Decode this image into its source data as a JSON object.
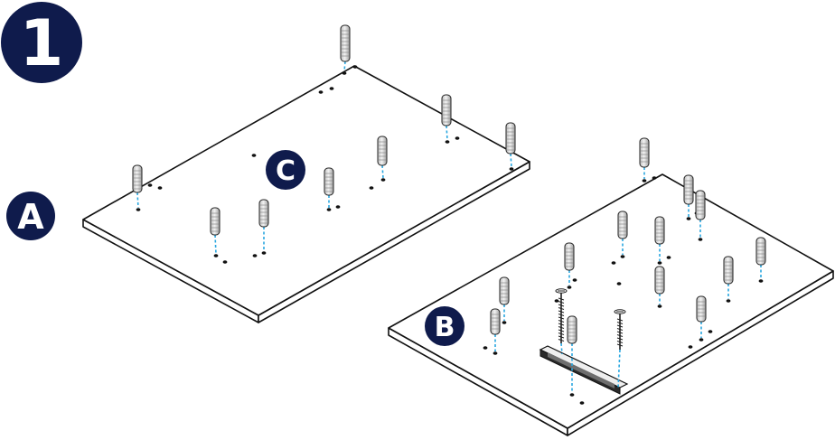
{
  "step": {
    "number": "1",
    "color": "#0f1b4c"
  },
  "labels": {
    "a": "A",
    "b": "B",
    "c": "C",
    "color": "#0f1b4c"
  },
  "colors": {
    "guide_line": "#2aa7e0",
    "outline": "#111111",
    "dowel_fill": "#d9d9d9"
  },
  "parts": {
    "panel_icon": "board-panel",
    "dowel_icon": "wooden-dowel",
    "screw_icon": "screw",
    "rail_icon": "metal-rail"
  }
}
